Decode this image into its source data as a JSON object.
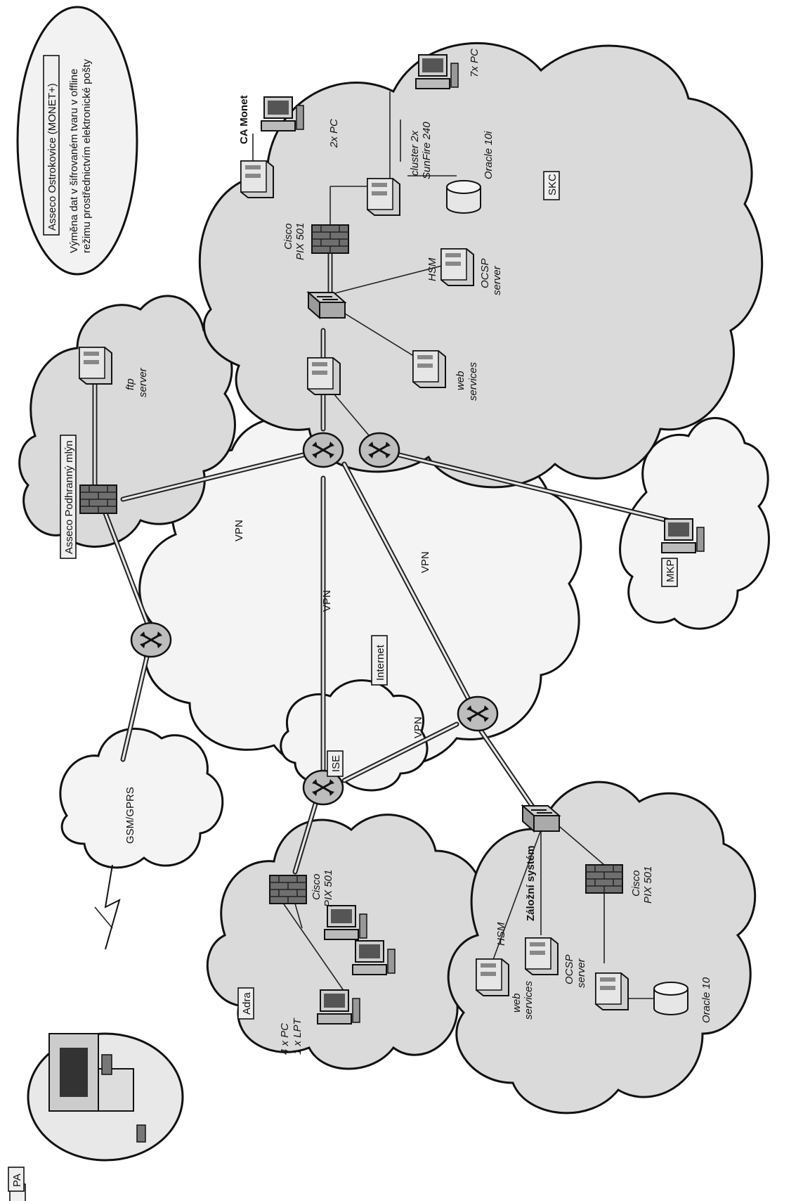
{
  "legend": {
    "title": "Asseco Ostrokovice (MONET+)",
    "line1": "Výměna dat v šifrovaném tvaru v offline",
    "line2": "režimu prostřednictvím elektronické pošty"
  },
  "networks": {
    "pa": "PA",
    "gsm": "GSM/GPRS",
    "adra": "Adra",
    "zalozni": "Záložní systém",
    "ise": "ISE",
    "internet": "Internet",
    "podhrany": "Asseco Podhranný mlýn",
    "mkp": "MKP",
    "skc": "SKC"
  },
  "links": {
    "vpn_left": "VPN",
    "vpn_mid": "VPN",
    "vpn_right": "VPN",
    "vpn_bottom": "VPN"
  },
  "devices": {
    "adra_pix_1": "Cisco",
    "adra_pix_2": "PIX 501",
    "adra_pc_1": "4 x PC",
    "adra_pc_2": "1 x LPT",
    "z_hsm": "HSM",
    "z_web_1": "web",
    "z_web_2": "services",
    "z_ocsp_1": "OCSP",
    "z_ocsp_2": "server",
    "z_pix_1": "Cisco",
    "z_pix_2": "PIX 501",
    "z_oracle": "Oracle 10",
    "ftp_1": "ftp",
    "ftp_2": "server",
    "skc_web_1": "web",
    "skc_web_2": "services",
    "skc_pix_1": "Cisco",
    "skc_pix_2": "PIX 501",
    "skc_hsm": "HSM",
    "skc_ocsp_1": "OCSP",
    "skc_ocsp_2": "server",
    "skc_ca": "CA Monet",
    "skc_2pc": "2x PC",
    "skc_cluster_1": "cluster 2x",
    "skc_cluster_2": "SunFire 240",
    "skc_oracle": "Oracle 10i",
    "skc_7pc": "7x PC"
  },
  "colors": {
    "cloud_fill": "#dadada",
    "cloud_stroke": "#111111",
    "link": "#222222"
  }
}
